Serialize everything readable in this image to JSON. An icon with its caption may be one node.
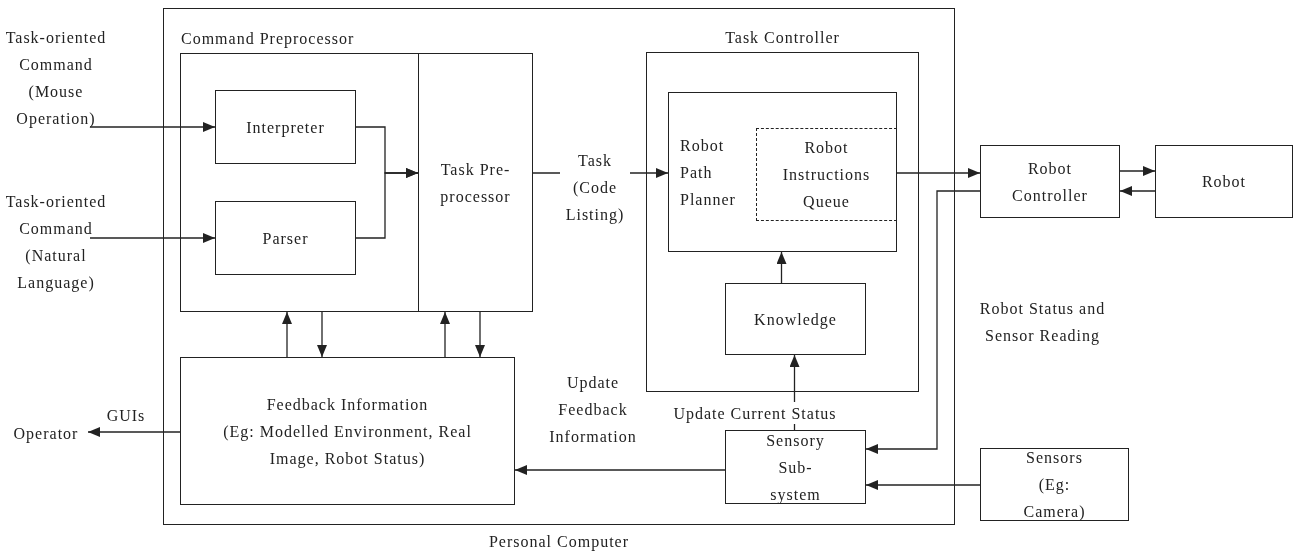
{
  "diagram": {
    "nodes": [
      {
        "text": [
          "Personal Computer"
        ]
      },
      {
        "text": [
          "Task-oriented Command (Mouse Operation)"
        ]
      },
      {
        "text": [
          "Task-oriented Command (Natural Language)"
        ]
      },
      {
        "text": [
          "Command Preprocessor"
        ],
        "in": 0
      },
      {
        "text": [
          "Interpreter"
        ],
        "in": 3
      },
      {
        "text": [
          "Parser"
        ],
        "in": 3
      },
      {
        "text": [
          "Task Pre-processor"
        ],
        "in": 3
      },
      {
        "text": [
          "Task Controller"
        ],
        "in": 0
      },
      {
        "text": [
          "Robot Path Planner"
        ],
        "in": 7
      },
      {
        "text": [
          "Robot Instructions Queue"
        ],
        "in": 8
      },
      {
        "text": [
          "Knowledge"
        ],
        "in": 7
      },
      {
        "text": [
          "Feedback Information",
          "(Eg: Modelled Environment, Real Image, Robot Status)"
        ],
        "in": 0
      },
      {
        "text": [
          "Sensory Sub-system"
        ],
        "in": 0
      },
      {
        "text": [
          "Operator"
        ]
      },
      {
        "text": [
          "Robot Controller"
        ]
      },
      {
        "text": [
          "Robot"
        ]
      },
      {
        "text": [
          "Sensors (Eg: Camera)"
        ]
      }
    ],
    "edges": [
      {
        "from": 1,
        "to": 4,
        "arrow": "to"
      },
      {
        "from": 2,
        "to": 5,
        "arrow": "to"
      },
      {
        "from": 4,
        "to": 6,
        "arrow": "to"
      },
      {
        "from": 5,
        "to": 6,
        "arrow": "to"
      },
      {
        "from": 6,
        "to": 8,
        "arrow": "to",
        "label": "Task (Code Listing)"
      },
      {
        "from": 11,
        "to": 3,
        "arrow": "to"
      },
      {
        "from": 3,
        "to": 11,
        "arrow": "to"
      },
      {
        "from": 11,
        "to": 6,
        "arrow": "to"
      },
      {
        "from": 6,
        "to": 11,
        "arrow": "to"
      },
      {
        "from": 10,
        "to": 8,
        "arrow": "to"
      },
      {
        "from": 12,
        "to": 10,
        "arrow": "to",
        "label": "Update Current Status"
      },
      {
        "from": 12,
        "to": 11,
        "arrow": "to",
        "label": "Update Feedback Information"
      },
      {
        "from": 11,
        "to": 13,
        "arrow": "to",
        "label": "GUIs"
      },
      {
        "from": 9,
        "to": 14,
        "arrow": "to"
      },
      {
        "from": 14,
        "to": 15,
        "arrow": "to"
      },
      {
        "from": 15,
        "to": 14,
        "arrow": "to"
      },
      {
        "from": 14,
        "to": 12,
        "arrow": "to",
        "label": "Robot Status and Sensor Reading"
      },
      {
        "from": 16,
        "to": 12,
        "arrow": "to"
      }
    ]
  }
}
